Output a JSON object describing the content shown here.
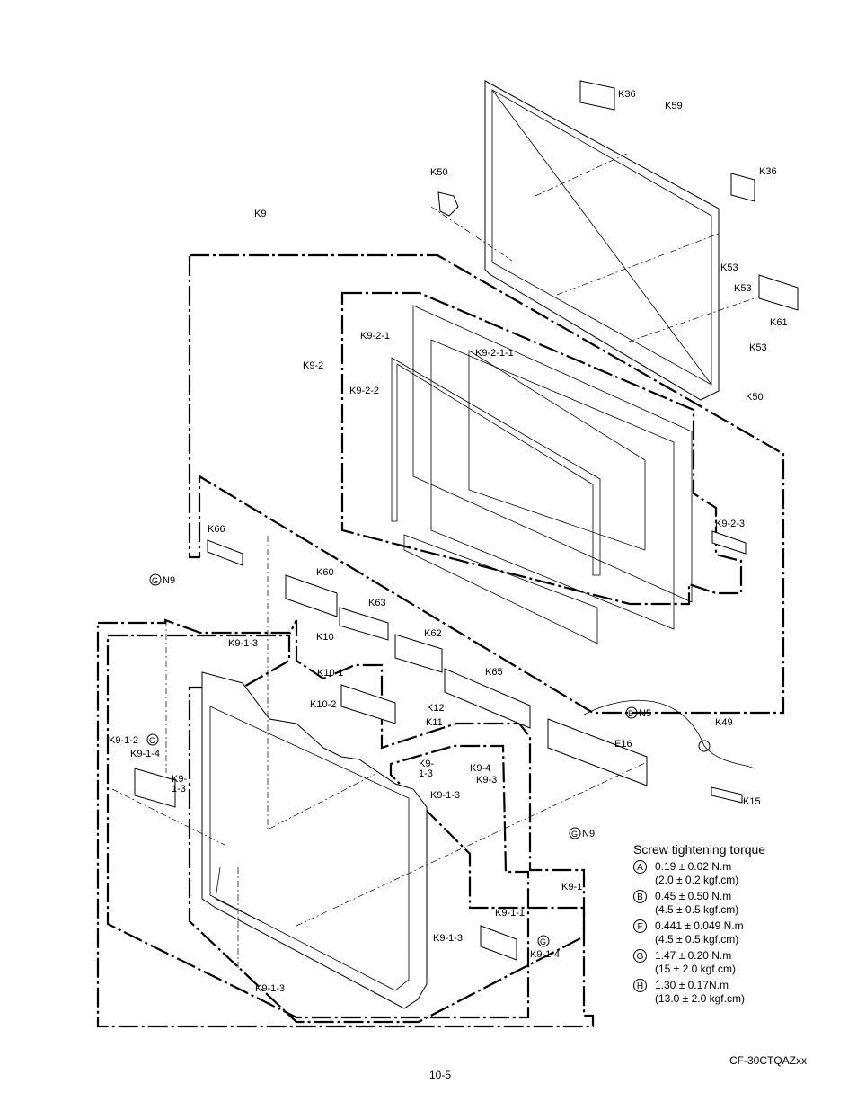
{
  "labels": {
    "k36a": "K36",
    "k59": "K59",
    "k36b": "K36",
    "k50a": "K50",
    "k9": "K9",
    "k53a": "K53",
    "k53b": "K53",
    "k61": "K61",
    "k53c": "K53",
    "k50b": "K50",
    "k921": "K9-2-1",
    "k9211": "K9-2-1-1",
    "k92": "K9-2",
    "k922": "K9-2-2",
    "k923": "K9-2-3",
    "k66": "K66",
    "k60": "K60",
    "k63": "K63",
    "k62": "K62",
    "n9a": "N9",
    "k913a": "K9-1-3",
    "k10": "K10",
    "k101": "K10-1",
    "k65": "K65",
    "k102": "K10-2",
    "k12": "K12",
    "k11": "K11",
    "n5": "N5",
    "k49": "K49",
    "k912": "K9-1-2",
    "k914a": "K9-1-4",
    "e16": "E16",
    "k913b1": "K9-",
    "k913b2": "1-3",
    "k913c1": "K9-",
    "k913c2": "1-3",
    "k94": "K9-4",
    "k93": "K9-3",
    "k913d": "K9-1-3",
    "k15": "K15",
    "n9b": "N9",
    "k91": "K9-1",
    "k911": "K9-1-1",
    "k913e": "K9-1-3",
    "k914b": "K9-1-4",
    "k913f": "K9-1-3"
  },
  "symbols": {
    "g1": "G",
    "g2": "G",
    "b1": "B",
    "g3": "G",
    "g4": "G"
  },
  "torque": {
    "title": "Screw tightening torque",
    "rows": [
      {
        "symbol": "A",
        "line1": "0.19 ± 0.02 N.m",
        "line2": "(2.0 ± 0.2 kgf.cm)"
      },
      {
        "symbol": "B",
        "line1": "0.45 ± 0.50 N.m",
        "line2": "(4.5 ± 0.5 kgf.cm)"
      },
      {
        "symbol": "F",
        "line1": "0.441 ± 0.049 N.m",
        "line2": "(4.5 ± 0.5 kgf.cm)"
      },
      {
        "symbol": "G",
        "line1": "1.47 ± 0.20 N.m",
        "line2": "(15 ± 2.0 kgf.cm)"
      },
      {
        "symbol": "H",
        "line1": "1.30 ± 0.17N.m",
        "line2": "(13.0 ± 2.0 kgf.cm)"
      }
    ]
  },
  "footer": {
    "model": "CF-30CTQAZxx",
    "page": "10-5"
  }
}
